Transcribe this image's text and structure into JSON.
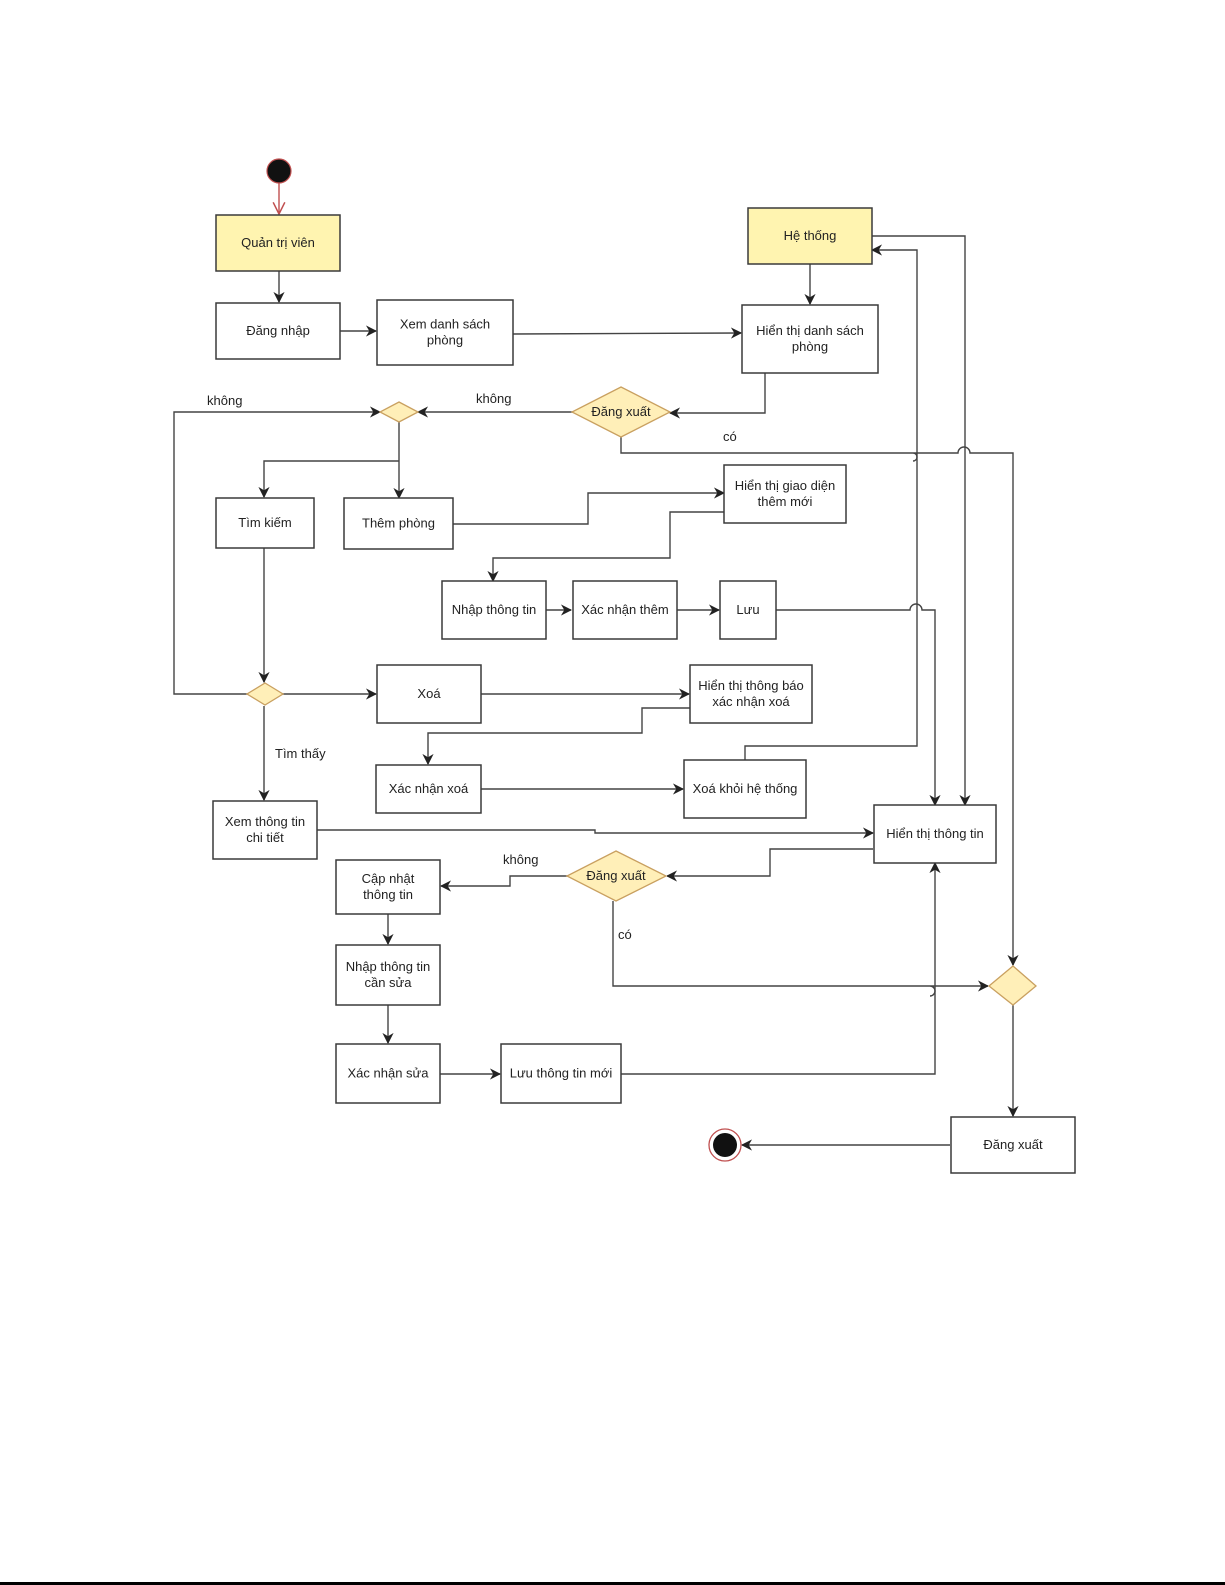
{
  "diagram": {
    "type": "activity-diagram",
    "colors": {
      "actor_fill": "#fff4b0",
      "decision_fill": "#ffefb8",
      "start_stroke": "#c05050"
    },
    "nodes": {
      "quan_tri_vien": [
        "Quản trị viên"
      ],
      "he_thong": [
        "Hệ thống"
      ],
      "dang_nhap": [
        "Đăng nhập"
      ],
      "xem_danh_sach": [
        "Xem danh sách",
        "phòng"
      ],
      "hien_thi_danh_sach": [
        "Hiển thị danh sách",
        "phòng"
      ],
      "dang_xuat_1": [
        "Đăng xuất"
      ],
      "tim_kiem": [
        "Tìm kiếm"
      ],
      "them_phong": [
        "Thêm phòng"
      ],
      "hien_thi_giao_dien": [
        "Hiển thị giao diện",
        "thêm mới"
      ],
      "nhap_thong_tin": [
        "Nhập thông tin"
      ],
      "xac_nhan_them": [
        "Xác nhận thêm"
      ],
      "luu": [
        "Lưu"
      ],
      "xoa": [
        "Xoá"
      ],
      "hien_thi_thong_bao": [
        "Hiển thị thông báo",
        "xác nhận xoá"
      ],
      "xac_nhan_xoa": [
        "Xác nhận xoá"
      ],
      "xoa_khoi_he_thong": [
        "Xoá khỏi hệ thống"
      ],
      "xem_chi_tiet": [
        "Xem thông tin",
        "chi tiết"
      ],
      "hien_thi_thong_tin": [
        "Hiển thị thông tin"
      ],
      "dang_xuat_2": [
        "Đăng xuất"
      ],
      "cap_nhat": [
        "Cập nhật",
        "thông tin"
      ],
      "nhap_can_sua": [
        "Nhập thông tin",
        "cần sửa"
      ],
      "xac_nhan_sua": [
        "Xác nhận sửa"
      ],
      "luu_moi": [
        "Lưu thông tin mới"
      ],
      "dang_xuat_final": [
        "Đăng xuất"
      ]
    },
    "edge_labels": {
      "khong_left": "không",
      "khong_top": "không",
      "co_top": "có",
      "tim_thay": "Tìm thấy",
      "khong_bottom": "không",
      "co_bottom": "có"
    }
  }
}
